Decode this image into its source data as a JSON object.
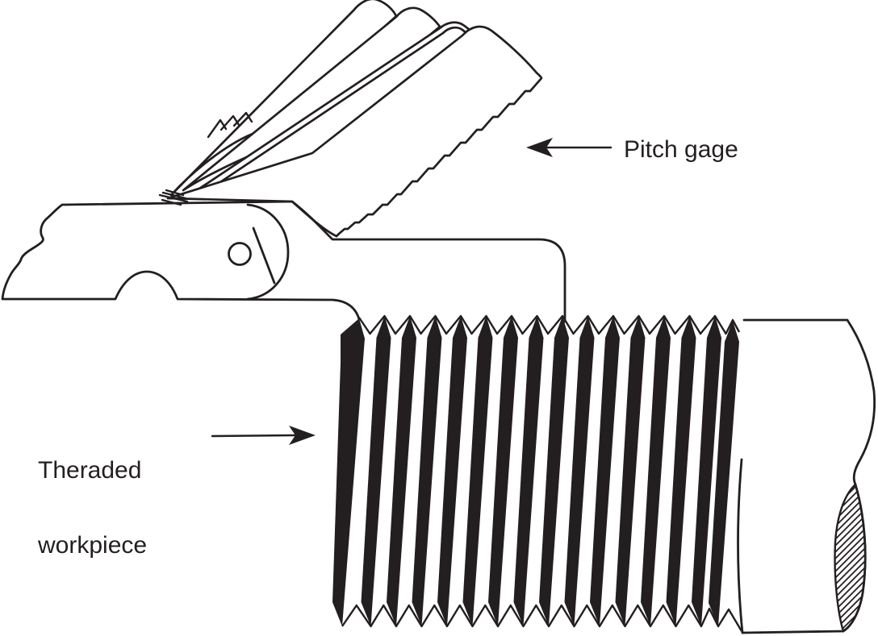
{
  "figure": {
    "background_color": "#ffffff",
    "ink_color": "#231f20"
  },
  "labels": {
    "pitch_gage": {
      "text": "Pitch gage",
      "arrow_direction": "left"
    },
    "workpiece": {
      "line1": "Theraded",
      "line2": "workpiece",
      "arrow_direction": "right"
    }
  }
}
